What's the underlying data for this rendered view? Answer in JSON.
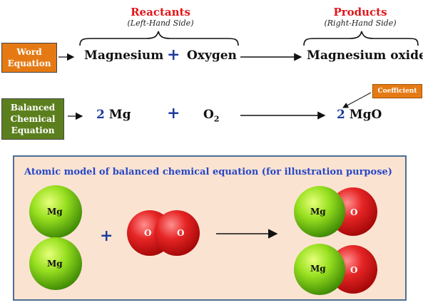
{
  "reactants": {
    "title": "Reactants",
    "subtitle": "(Left-Hand Side)"
  },
  "products": {
    "title": "Products",
    "subtitle": "(Right-Hand Side)"
  },
  "word_equation": {
    "label_line1": "Word",
    "label_line2": "Equation",
    "reactant1": "Magnesium",
    "plus": "+",
    "reactant2": "Oxygen",
    "product": "Magnesium oxide"
  },
  "balanced_equation": {
    "label_line1": "Balanced",
    "label_line2": "Chemical",
    "label_line3": "Equation",
    "coef_mg": "2",
    "mg": "Mg",
    "plus": "+",
    "o2_base": "O",
    "o2_sub": "2",
    "coef_mgo": "2",
    "mgo": "MgO"
  },
  "coefficient_label": "Coefficient",
  "atomic_model": {
    "title": "Atomic model of balanced chemical equation (for illustration purpose)",
    "mg_label": "Mg",
    "o_label": "O",
    "plus": "+"
  },
  "colors": {
    "red": "#e2161b",
    "blue": "#1b3c9e",
    "orange_box": "#e57a14",
    "green_box": "#5c7f1e",
    "panel_bg": "#fbe3d2",
    "panel_border": "#4e6e94"
  }
}
